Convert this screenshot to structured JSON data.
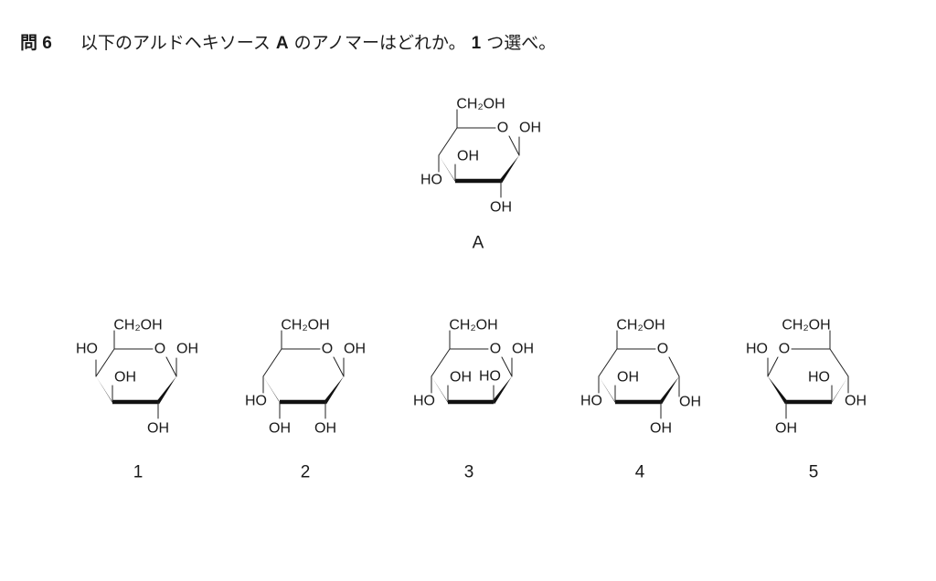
{
  "question": {
    "number_label": "問 6",
    "text_before": "以下のアルドヘキソース",
    "compound_ref": "A",
    "text_middle": "のアノマーはどれか。",
    "count": "1",
    "text_after": "つ選べ。"
  },
  "ring_oxygen_label": "O",
  "structures": [
    {
      "id": "A",
      "caption": "A",
      "mirrored": false,
      "substituents": [
        {
          "carbon": "C5",
          "pos": "up",
          "label": "CH₂OH"
        },
        {
          "carbon": "C1",
          "pos": "up",
          "label": "OH"
        },
        {
          "carbon": "C2",
          "pos": "down",
          "label": "OH"
        },
        {
          "carbon": "C3",
          "pos": "up",
          "label": "OH"
        },
        {
          "carbon": "C4",
          "pos": "down",
          "label": "HO"
        }
      ]
    },
    {
      "id": "1",
      "caption": "1",
      "mirrored": false,
      "substituents": [
        {
          "carbon": "C5",
          "pos": "up",
          "label": "CH₂OH"
        },
        {
          "carbon": "C4",
          "pos": "up",
          "label": "HO"
        },
        {
          "carbon": "C1",
          "pos": "up",
          "label": "OH"
        },
        {
          "carbon": "C3",
          "pos": "up",
          "label": "OH"
        },
        {
          "carbon": "C2",
          "pos": "down",
          "label": "OH"
        }
      ]
    },
    {
      "id": "2",
      "caption": "2",
      "mirrored": false,
      "substituents": [
        {
          "carbon": "C5",
          "pos": "up",
          "label": "CH₂OH"
        },
        {
          "carbon": "C1",
          "pos": "up",
          "label": "OH"
        },
        {
          "carbon": "C4",
          "pos": "down",
          "label": "HO"
        },
        {
          "carbon": "C3",
          "pos": "down",
          "label": "OH"
        },
        {
          "carbon": "C2",
          "pos": "down",
          "label": "OH"
        }
      ]
    },
    {
      "id": "3",
      "caption": "3",
      "mirrored": false,
      "substituents": [
        {
          "carbon": "C5",
          "pos": "up",
          "label": "CH₂OH"
        },
        {
          "carbon": "C1",
          "pos": "up",
          "label": "OH"
        },
        {
          "carbon": "C4",
          "pos": "down",
          "label": "HO"
        },
        {
          "carbon": "C3",
          "pos": "up",
          "label": "OH"
        },
        {
          "carbon": "C2",
          "pos": "up",
          "label": "HO"
        }
      ]
    },
    {
      "id": "4",
      "caption": "4",
      "mirrored": false,
      "substituents": [
        {
          "carbon": "C5",
          "pos": "up",
          "label": "CH₂OH"
        },
        {
          "carbon": "C1",
          "pos": "down",
          "label": "OH"
        },
        {
          "carbon": "C4",
          "pos": "down",
          "label": "HO"
        },
        {
          "carbon": "C3",
          "pos": "up",
          "label": "OH"
        },
        {
          "carbon": "C2",
          "pos": "down",
          "label": "OH"
        }
      ]
    },
    {
      "id": "5",
      "caption": "5",
      "mirrored": true,
      "substituents": [
        {
          "carbon": "C5",
          "pos": "up",
          "label": "CH₂OH"
        },
        {
          "carbon": "C1",
          "pos": "up",
          "label": "HO"
        },
        {
          "carbon": "C2",
          "pos": "down",
          "label": "OH"
        },
        {
          "carbon": "C3",
          "pos": "up",
          "label": "HO"
        },
        {
          "carbon": "C4",
          "pos": "down",
          "label": "OH"
        }
      ]
    }
  ]
}
